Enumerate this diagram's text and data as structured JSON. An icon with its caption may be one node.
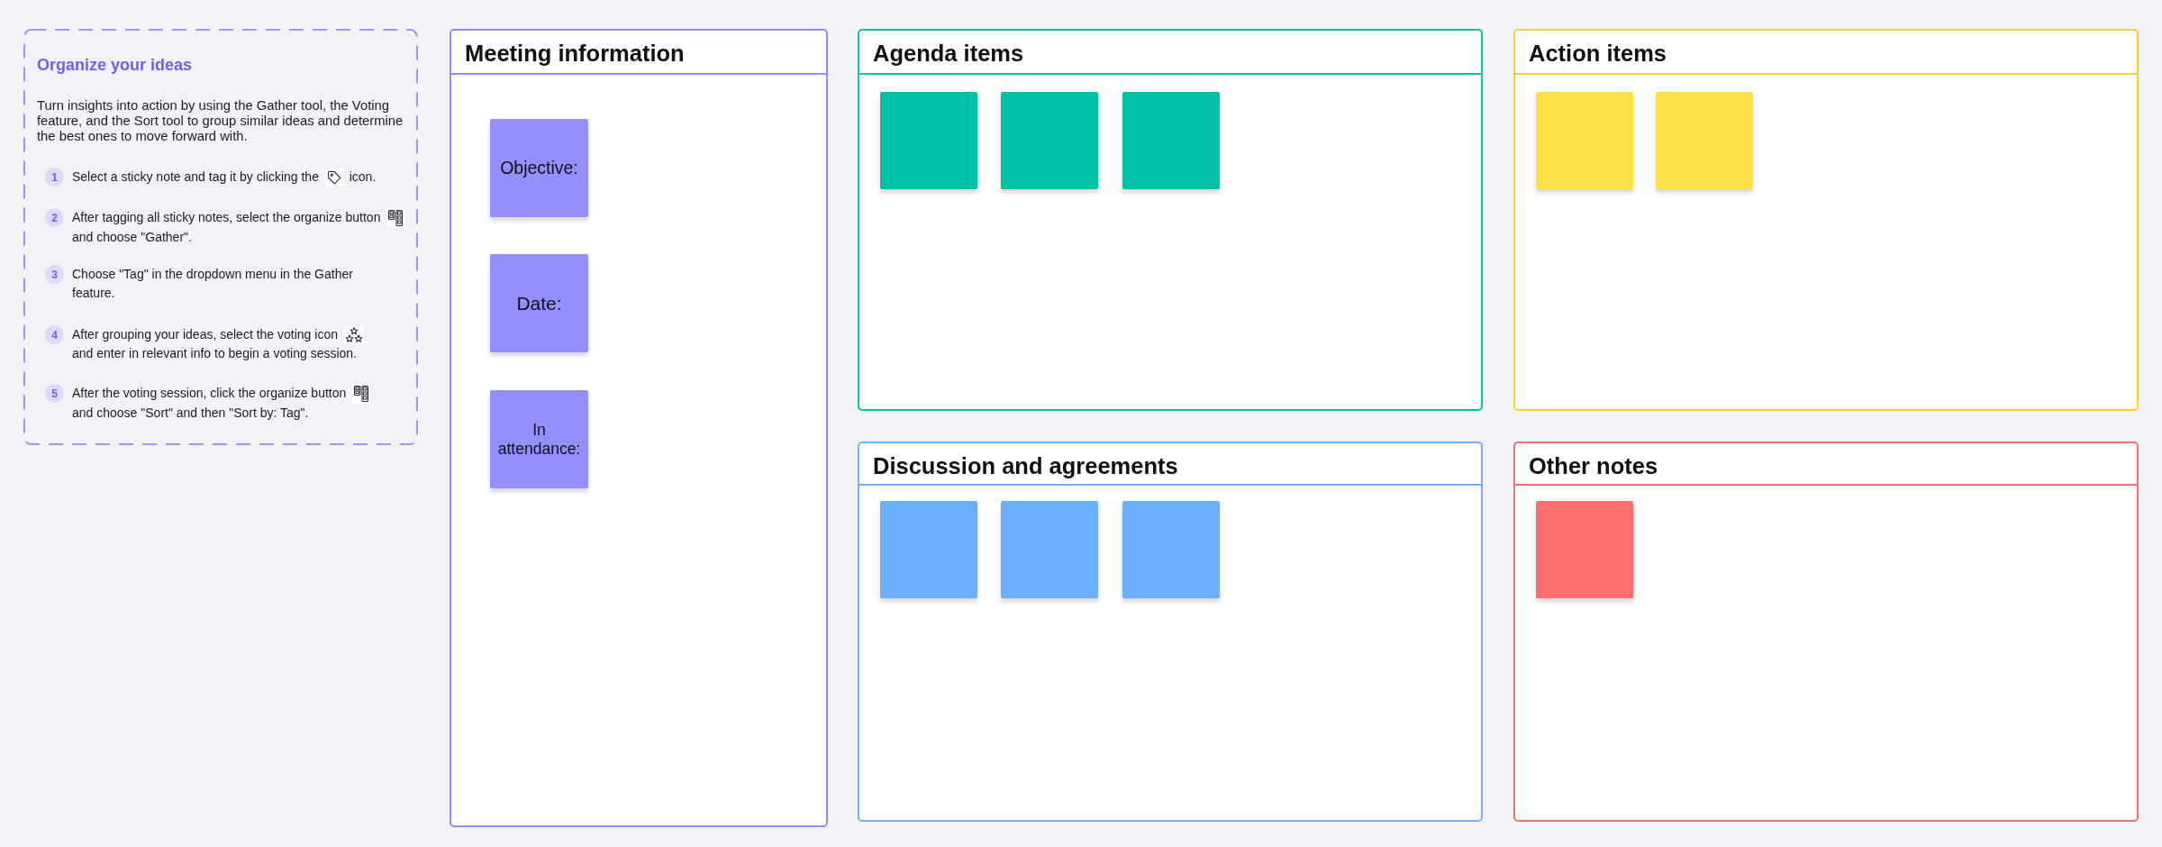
{
  "diagram": {
    "nodes": [
      {
        "text": [
          "Organize your ideas",
          "Turn insights into action by using the Gather tool, the Voting feature, and the Sort tool to group similar ideas and determine the best ones to move forward with."
        ]
      },
      {
        "text": [
          "1"
        ],
        "in": 0,
        "beside": [
          "Select a sticky note and tag it by clicking the",
          "icon."
        ]
      },
      {
        "text": [
          "2"
        ],
        "in": 0,
        "beside": [
          "After tagging all sticky notes, select the organize button",
          "and choose \"Gather\"."
        ]
      },
      {
        "text": [
          "3"
        ],
        "in": 0,
        "beside": [
          "Choose \"Tag\" in the dropdown menu in the Gather feature."
        ]
      },
      {
        "text": [
          "4"
        ],
        "in": 0,
        "beside": [
          "After grouping your ideas, select the voting icon",
          "and enter in relevant info to begin a voting session."
        ]
      },
      {
        "text": [
          "5"
        ],
        "in": 0,
        "beside": [
          "After the voting session, click the organize button",
          "and choose \"Sort\" and then \"Sort by: Tag\"."
        ]
      },
      {
        "text": [
          "Meeting information"
        ]
      },
      {
        "text": [
          "Objective:"
        ],
        "in": 6
      },
      {
        "text": [
          "Date:"
        ],
        "in": 6
      },
      {
        "text": [
          "In attendance:"
        ],
        "in": 6
      },
      {
        "text": [
          "Agenda items"
        ]
      },
      {
        "text": [],
        "shape": "box",
        "in": 10
      },
      {
        "text": [],
        "shape": "box",
        "in": 10
      },
      {
        "text": [],
        "shape": "box",
        "in": 10
      },
      {
        "text": [
          "Action items"
        ]
      },
      {
        "text": [],
        "shape": "box",
        "in": 14
      },
      {
        "text": [],
        "shape": "box",
        "in": 14
      },
      {
        "text": [
          "Discussion and agreements"
        ]
      },
      {
        "text": [],
        "shape": "box",
        "in": 17
      },
      {
        "text": [],
        "shape": "box",
        "in": 17
      },
      {
        "text": [],
        "shape": "box",
        "in": 17
      },
      {
        "text": [
          "Other notes"
        ]
      },
      {
        "text": [],
        "shape": "box",
        "in": 21
      }
    ]
  }
}
